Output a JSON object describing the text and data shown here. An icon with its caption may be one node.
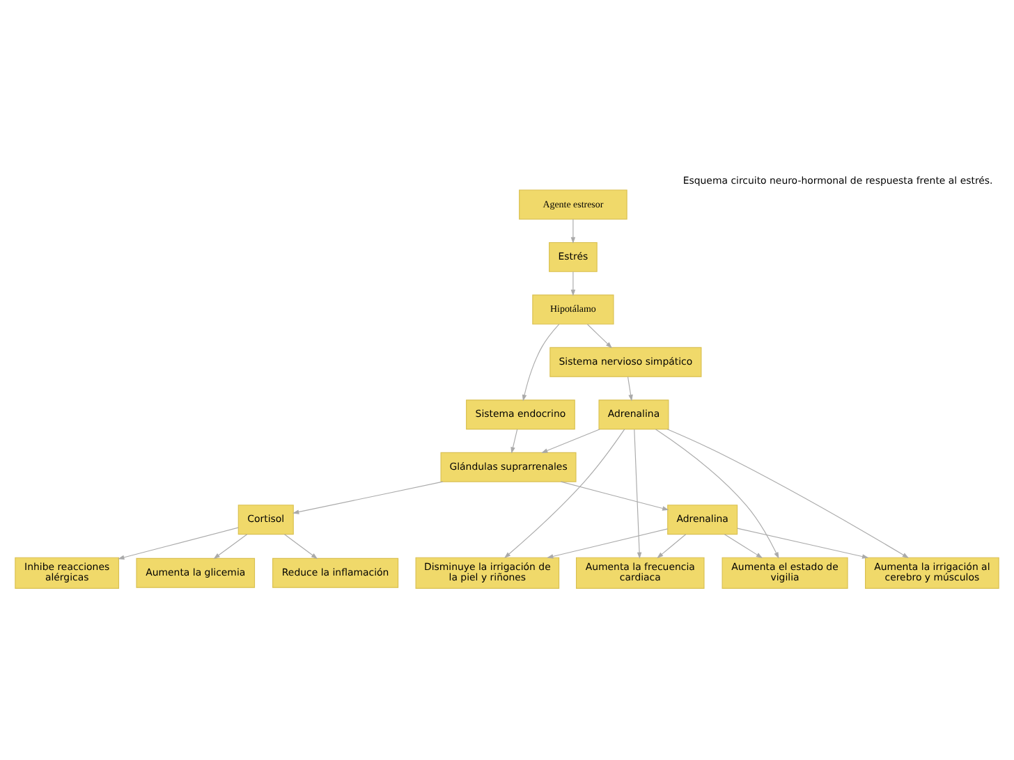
{
  "diagram": {
    "caption": "Esquema circuito neuro-hormonal de respuesta frente al estrés.",
    "nodes": [
      {
        "text": [
          "Agente estresor"
        ]
      },
      {
        "text": [
          "Estrés"
        ]
      },
      {
        "text": [
          "Hipotálamo"
        ]
      },
      {
        "text": [
          "Sistema nervioso simpático"
        ]
      },
      {
        "text": [
          "Sistema endocrino"
        ]
      },
      {
        "text": [
          "Adrenalina"
        ]
      },
      {
        "text": [
          "Glándulas suprarrenales"
        ]
      },
      {
        "text": [
          "Aumenta la frecuencia cardiaca"
        ]
      },
      {
        "text": [
          "Aumenta el estado de vigilia"
        ]
      },
      {
        "text": [
          "Aumenta la irrigación al cerebro y músculos"
        ]
      },
      {
        "text": [
          "Disminuye la irrigación de la piel y riñones"
        ]
      },
      {
        "text": [
          "Adrenalina"
        ]
      },
      {
        "text": [
          "Cortisol"
        ]
      },
      {
        "text": [
          "Aumenta la glicemia"
        ]
      },
      {
        "text": [
          "Reduce la inflamación"
        ]
      },
      {
        "text": [
          "Inhibe reacciones alérgicas"
        ]
      }
    ],
    "edges": [
      {
        "from": 0,
        "to": 1,
        "arrow": "to"
      },
      {
        "from": 1,
        "to": 2,
        "arrow": "to"
      },
      {
        "from": 2,
        "to": 3,
        "arrow": "to"
      },
      {
        "from": 2,
        "to": 4,
        "arrow": "to"
      },
      {
        "from": 3,
        "to": 5,
        "arrow": "to"
      },
      {
        "from": 4,
        "to": 6,
        "arrow": "to"
      },
      {
        "from": 5,
        "to": 6,
        "arrow": "to"
      },
      {
        "from": 5,
        "to": 7,
        "arrow": "to"
      },
      {
        "from": 5,
        "to": 8,
        "arrow": "to"
      },
      {
        "from": 5,
        "to": 9,
        "arrow": "to"
      },
      {
        "from": 5,
        "to": 10,
        "arrow": "to"
      },
      {
        "from": 6,
        "to": 11,
        "arrow": "to"
      },
      {
        "from": 6,
        "to": 12,
        "arrow": "to"
      },
      {
        "from": 11,
        "to": 7,
        "arrow": "to"
      },
      {
        "from": 11,
        "to": 8,
        "arrow": "to"
      },
      {
        "from": 11,
        "to": 9,
        "arrow": "to"
      },
      {
        "from": 11,
        "to": 10,
        "arrow": "to"
      },
      {
        "from": 12,
        "to": 13,
        "arrow": "to"
      },
      {
        "from": 12,
        "to": 14,
        "arrow": "to"
      },
      {
        "from": 12,
        "to": 15,
        "arrow": "to"
      }
    ]
  }
}
